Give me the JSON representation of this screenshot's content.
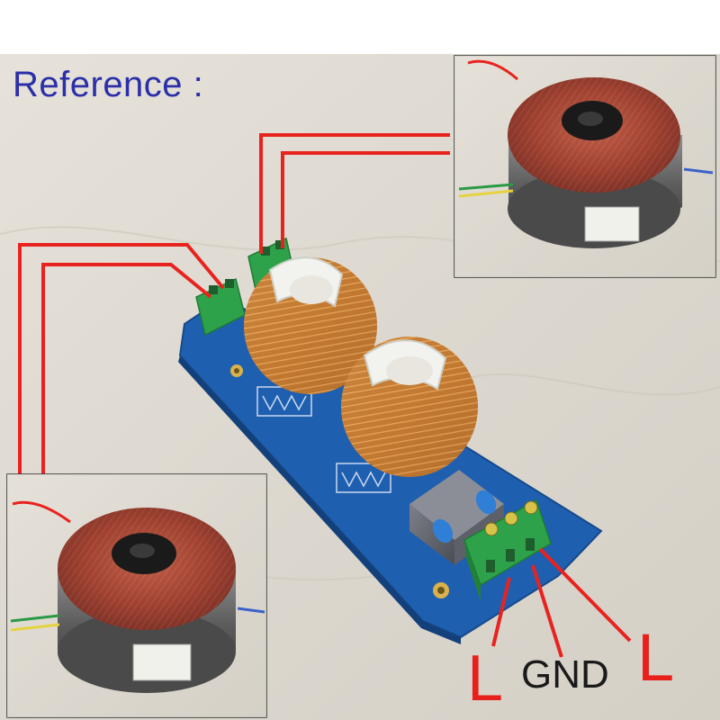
{
  "reference_label": "Reference :",
  "terminal_labels": {
    "left_line": "L",
    "ground": "GND",
    "right_line": "L"
  },
  "colors": {
    "wire_red": "#e8231f",
    "pcb_blue": "#1f5fb0",
    "terminal_green": "#2ea24a",
    "copper": "#c9792d",
    "reference_text": "#2b2fa8"
  }
}
